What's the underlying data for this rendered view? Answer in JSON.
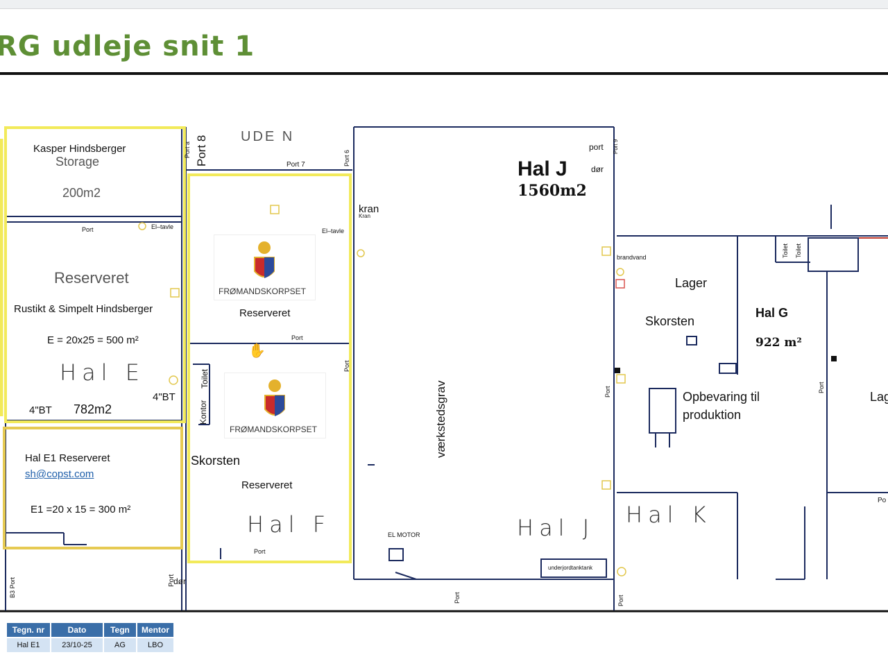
{
  "title": "RG udleje snit 1",
  "labels": {
    "kasper": "Kasper Hindsberger",
    "storage": "Storage",
    "area_200": "200m2",
    "port_left_top": "Port",
    "eltavle_left": "El–tavle",
    "reserveret_e": "Reserveret",
    "rustikt": "Rustikt & Simpelt Hindsberger",
    "e_formula": "E = 20x25 = 500 m²",
    "hal_e": "Hal E",
    "bt_left": "4\"BT",
    "area_782": "782m2",
    "bt_right": "4\"BT",
    "hal_e1": "Hal E1 Reserveret",
    "email": "sh@copst.com",
    "e1_formula": "E1 =20 x 15 = 300 m²",
    "port_a": "Port a",
    "port_8": "Port 8",
    "ude_n": "UDE N",
    "port_7": "Port 7",
    "port_6": "Port 6",
    "eltavle_f": "El–tavle",
    "from_1": "FRØMANDSKORPSET",
    "reserveret_top": "Reserveret",
    "port_mid": "Port",
    "kontor": "Kontor",
    "toilet_f": "Toilet",
    "from_2": "FRØMANDSKORPSET",
    "port_f_right": "Port",
    "skorsten_f": "Skorsten",
    "reserveret_f": "Reserveret",
    "hal_f": "Hal F",
    "port_f_bottom": "Port",
    "b3_port": "B3 Port",
    "port_bottom_left": "Port",
    "dor_bottom": "dør",
    "kran": "kran",
    "kran_small": "Kran",
    "vaerksted": "værkstedsgrav",
    "el_motor": "EL MOTOR",
    "hal_j_title": "Hal J",
    "area_1560": "1560m2",
    "port_j": "port",
    "dor_j": "dør",
    "port_9": "Port 9",
    "hal_j": "Hal J",
    "underjord": "underjordtanktank",
    "port_bottom_j": "Port",
    "brandvand": "brandvand",
    "lager": "Lager",
    "skorsten_g": "Skorsten",
    "hal_g": "Hal G",
    "area_922": "922 m²",
    "opbevaring": "Opbevaring til",
    "produktion": "produktion",
    "port_g_left": "Port",
    "port_g_right": "Port",
    "toilet_g1": "Toilet",
    "toilet_g2": "Toilet",
    "hal_k": "Hal K",
    "port_k_bottom": "Port",
    "lag": "Lag",
    "po": "Po"
  },
  "legend": {
    "headers": [
      "Tegn. nr",
      "Dato",
      "Tegn",
      "Mentor"
    ],
    "row": [
      "Hal E1",
      "23/10-25",
      "AG",
      "LBO"
    ]
  },
  "colors": {
    "title_green": "#5e8f35",
    "highlight_yellow": "#f2ea5a",
    "wall_navy": "#1b2a5e",
    "legend_header": "#3a6ea8",
    "legend_cell": "#d4e3f3"
  }
}
